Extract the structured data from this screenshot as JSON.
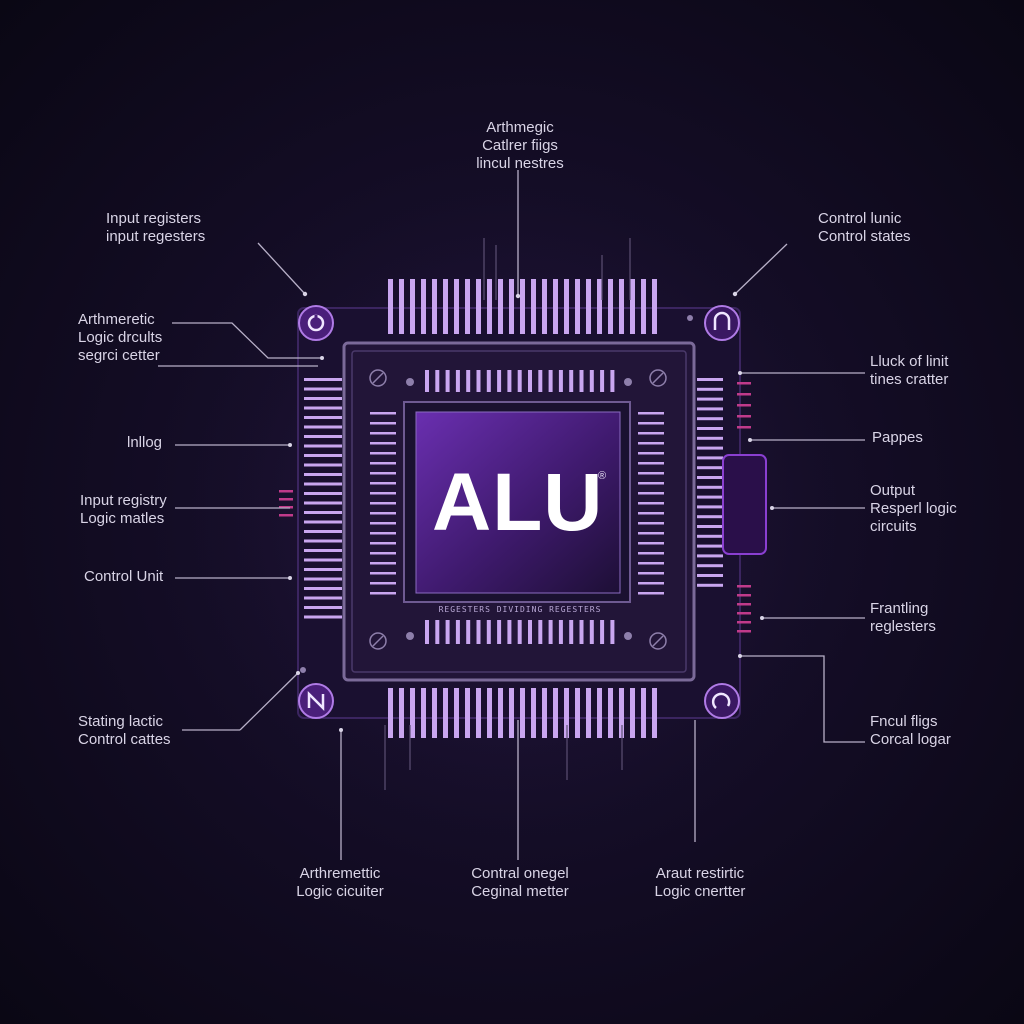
{
  "chip": {
    "title": "ALU",
    "registered_mark": "®",
    "caption": "REGESTERS DIVIDING REGESTERS",
    "colors": {
      "accent": "#8a3fd1",
      "pin": "#c9a6f0",
      "die": "#4a1f7a",
      "background": "#140d26"
    }
  },
  "labels": {
    "top": [
      "Arthmegic",
      "Catlrer fiigs",
      "lincul nestres"
    ],
    "top_left": [
      "Input registers",
      "input regesters"
    ],
    "top_right": [
      "Control lunic",
      "Control states"
    ],
    "left_1": [
      "Arthmeretic",
      "Logic drcults",
      "segrci cetter"
    ],
    "left_2": [
      "lnllog"
    ],
    "left_3": [
      "Input registry",
      "Logic matles"
    ],
    "left_4": [
      "Control Unit"
    ],
    "bottom_left_corner": [
      "Stating lactic",
      "Control cattes"
    ],
    "right_1": [
      "Lluck of linit",
      "tines cratter"
    ],
    "right_2": [
      "Pappes"
    ],
    "right_3": [
      "Output",
      "Resperl logic",
      "circuits"
    ],
    "right_4": [
      "Frantling",
      "reglesters"
    ],
    "right_5": [
      "Fncul fligs",
      "Corcal logar"
    ],
    "bottom_1": [
      "Arthremettic",
      "Logic cicuiter"
    ],
    "bottom_2": [
      "Contral onegel",
      "Ceginal metter"
    ],
    "bottom_3": [
      "Araut restirtic",
      "Logic cnertter"
    ]
  },
  "icons": [
    "corner-screw-icon-tl",
    "corner-screw-icon-tr",
    "corner-screw-icon-bl",
    "corner-screw-icon-br"
  ]
}
